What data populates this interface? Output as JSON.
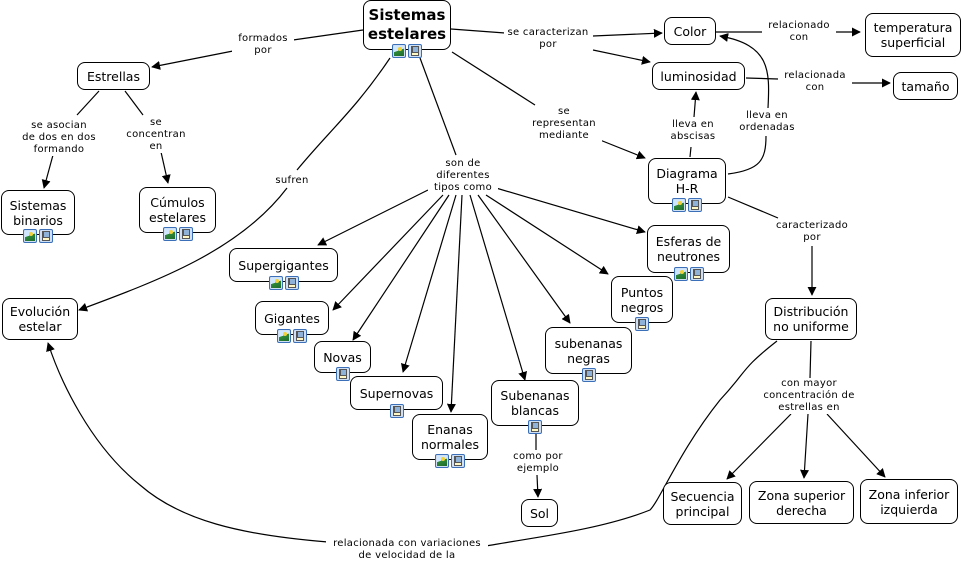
{
  "concepts": {
    "sistemas_estelares": {
      "label": "Sistemas\nestelares",
      "resources": [
        "image",
        "document"
      ]
    },
    "estrellas": {
      "label": "Estrellas",
      "resources": []
    },
    "sistemas_binarios": {
      "label": "Sistemas\nbinarios",
      "resources": [
        "image",
        "document"
      ]
    },
    "cumulos_estelares": {
      "label": "Cúmulos\nestelares",
      "resources": [
        "image",
        "document"
      ]
    },
    "evolucion_estelar": {
      "label": "Evolución\nestelar",
      "resources": []
    },
    "color": {
      "label": "Color",
      "resources": []
    },
    "temperatura_superficial": {
      "label": "temperatura\nsuperficial",
      "resources": []
    },
    "luminosidad": {
      "label": "luminosidad",
      "resources": []
    },
    "tamano": {
      "label": "tamaño",
      "resources": []
    },
    "diagrama_hr": {
      "label": "Diagrama\nH-R",
      "resources": [
        "image",
        "document"
      ]
    },
    "supergigantes": {
      "label": "Supergigantes",
      "resources": [
        "image",
        "document"
      ]
    },
    "gigantes": {
      "label": "Gigantes",
      "resources": [
        "image",
        "document"
      ]
    },
    "novas": {
      "label": "Novas",
      "resources": [
        "document"
      ]
    },
    "supernovas": {
      "label": "Supernovas",
      "resources": [
        "document"
      ]
    },
    "enanas_normales": {
      "label": "Enanas\nnormales",
      "resources": [
        "image",
        "document"
      ]
    },
    "subenanas_blancas": {
      "label": "Subenanas\nblancas",
      "resources": [
        "document"
      ]
    },
    "sol": {
      "label": "Sol",
      "resources": []
    },
    "subenanas_negras": {
      "label": "subenanas\nnegras",
      "resources": [
        "document"
      ]
    },
    "puntos_negros": {
      "label": "Puntos\nnegros",
      "resources": [
        "document"
      ]
    },
    "esferas_neutrones": {
      "label": "Esferas de\nneutrones",
      "resources": [
        "image",
        "document"
      ]
    },
    "distribucion": {
      "label": "Distribución\nno uniforme",
      "resources": []
    },
    "secuencia_principal": {
      "label": "Secuencia\nprincipal",
      "resources": []
    },
    "zona_superior_derecha": {
      "label": "Zona superior\nderecha",
      "resources": []
    },
    "zona_inferior_izquierda": {
      "label": "Zona inferior\nizquierda",
      "resources": []
    }
  },
  "linking_phrases": {
    "formados_por": "formados\npor",
    "se_caracterizan_por": "se caracterizan\npor",
    "se_asocian": "se asocian\nde dos en dos\nformando",
    "se_concentran_en": "se\nconcentran\nen",
    "sufren": "sufren",
    "son_de_diferentes_tipos": "son de\ndiferentes\ntipos como",
    "se_representan_mediante": "se\nrepresentan\nmediante",
    "relacionado_con": "relacionado\ncon",
    "relacionada_con": "relacionada\ncon",
    "lleva_en_abscisas": "lleva en\nabscisas",
    "lleva_en_ordenadas": "lleva en\nordenadas",
    "caracterizado_por": "caracterizado\npor",
    "como_por_ejemplo": "como por\nejemplo",
    "con_mayor_concentracion": "con mayor\nconcentración de\nestrellas en",
    "relacionada_con_variaciones": "relacionada con variaciones\nde velocidad de la"
  }
}
